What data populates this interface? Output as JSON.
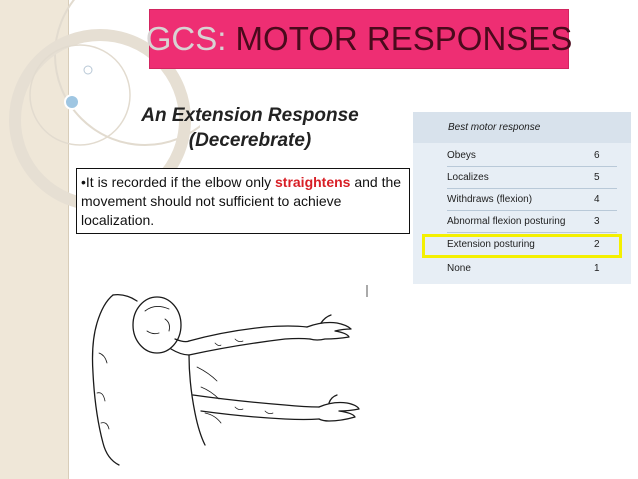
{
  "slide": {
    "title_prefix": "GCS:",
    "title_main": " MOTOR RESPONSES",
    "subtitle_line1": "An Extension Response",
    "subtitle_line2": "(Decerebrate)"
  },
  "note": {
    "lead": "•It is recorded if the elbow only ",
    "highlight": "straightens",
    "rest": " and the movement should not sufficient to achieve localization."
  },
  "gcs_table": {
    "header": "Best motor response",
    "rows": [
      {
        "label": "Obeys",
        "score": "6"
      },
      {
        "label": "Localizes",
        "score": "5"
      },
      {
        "label": "Withdraws (flexion)",
        "score": "4"
      },
      {
        "label": "Abnormal flexion posturing",
        "score": "3"
      },
      {
        "label": "Extension posturing",
        "score": "2"
      },
      {
        "label": "None",
        "score": "1"
      }
    ],
    "highlighted_row": "Extension posturing"
  },
  "colors": {
    "title_bg": "#ee2e73",
    "title_text": "#4a0a1c",
    "highlight_text": "#d81f26",
    "table_bg": "#e7eef5",
    "row_highlight_border": "#f4f000"
  },
  "icons": {
    "figure": "decerebrate-posture-illustration"
  }
}
